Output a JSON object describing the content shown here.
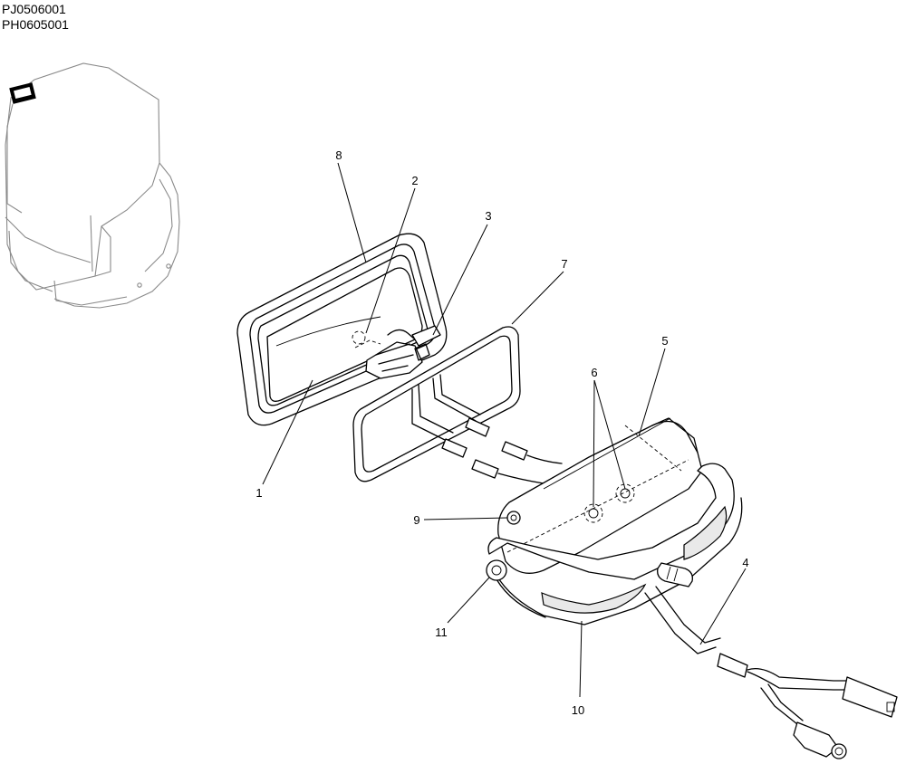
{
  "reference_codes": [
    "PJ0506001",
    "PH0605001"
  ],
  "callouts": {
    "c1": "1",
    "c2": "2",
    "c3": "3",
    "c4": "4",
    "c5": "5",
    "c6": "6",
    "c7": "7",
    "c8": "8",
    "c9": "9",
    "c10": "10",
    "c11": "11"
  },
  "colors": {
    "line": "#000000",
    "ghost": "#8a8a8a",
    "background": "#ffffff"
  }
}
